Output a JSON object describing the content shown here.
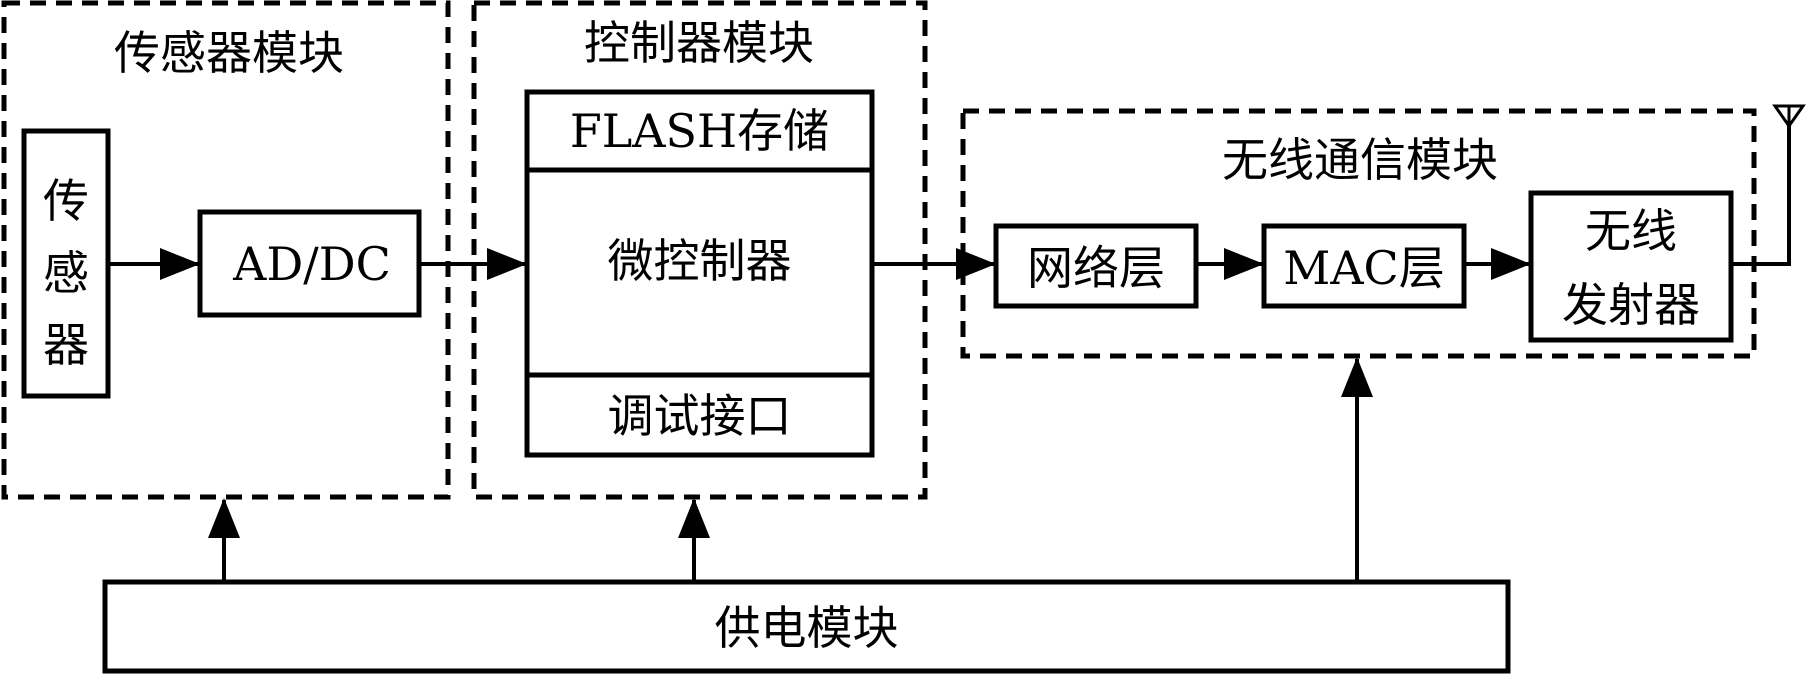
{
  "diagram": {
    "colors": {
      "stroke": "#000000",
      "background": "#ffffff"
    },
    "modules": {
      "sensor_module": {
        "title": "传感器模块",
        "sensor": "传感器",
        "adc": "AD/DC"
      },
      "controller_module": {
        "title": "控制器模块",
        "flash": "FLASH存储",
        "mcu": "微控制器",
        "debug": "调试接口"
      },
      "wireless_module": {
        "title": "无线通信模块",
        "network_layer": "网络层",
        "mac_layer": "MAC层",
        "transmitter_line1": "无线",
        "transmitter_line2": "发射器"
      },
      "power_module": {
        "title": "供电模块"
      }
    },
    "edges": [
      {
        "from": "传感器",
        "to": "AD/DC"
      },
      {
        "from": "AD/DC",
        "to": "微控制器"
      },
      {
        "from": "微控制器",
        "to": "网络层"
      },
      {
        "from": "网络层",
        "to": "MAC层"
      },
      {
        "from": "MAC层",
        "to": "无线发射器"
      },
      {
        "from": "无线发射器",
        "to": "antenna"
      },
      {
        "from": "供电模块",
        "to": "传感器模块"
      },
      {
        "from": "供电模块",
        "to": "控制器模块"
      },
      {
        "from": "供电模块",
        "to": "无线通信模块"
      }
    ]
  }
}
